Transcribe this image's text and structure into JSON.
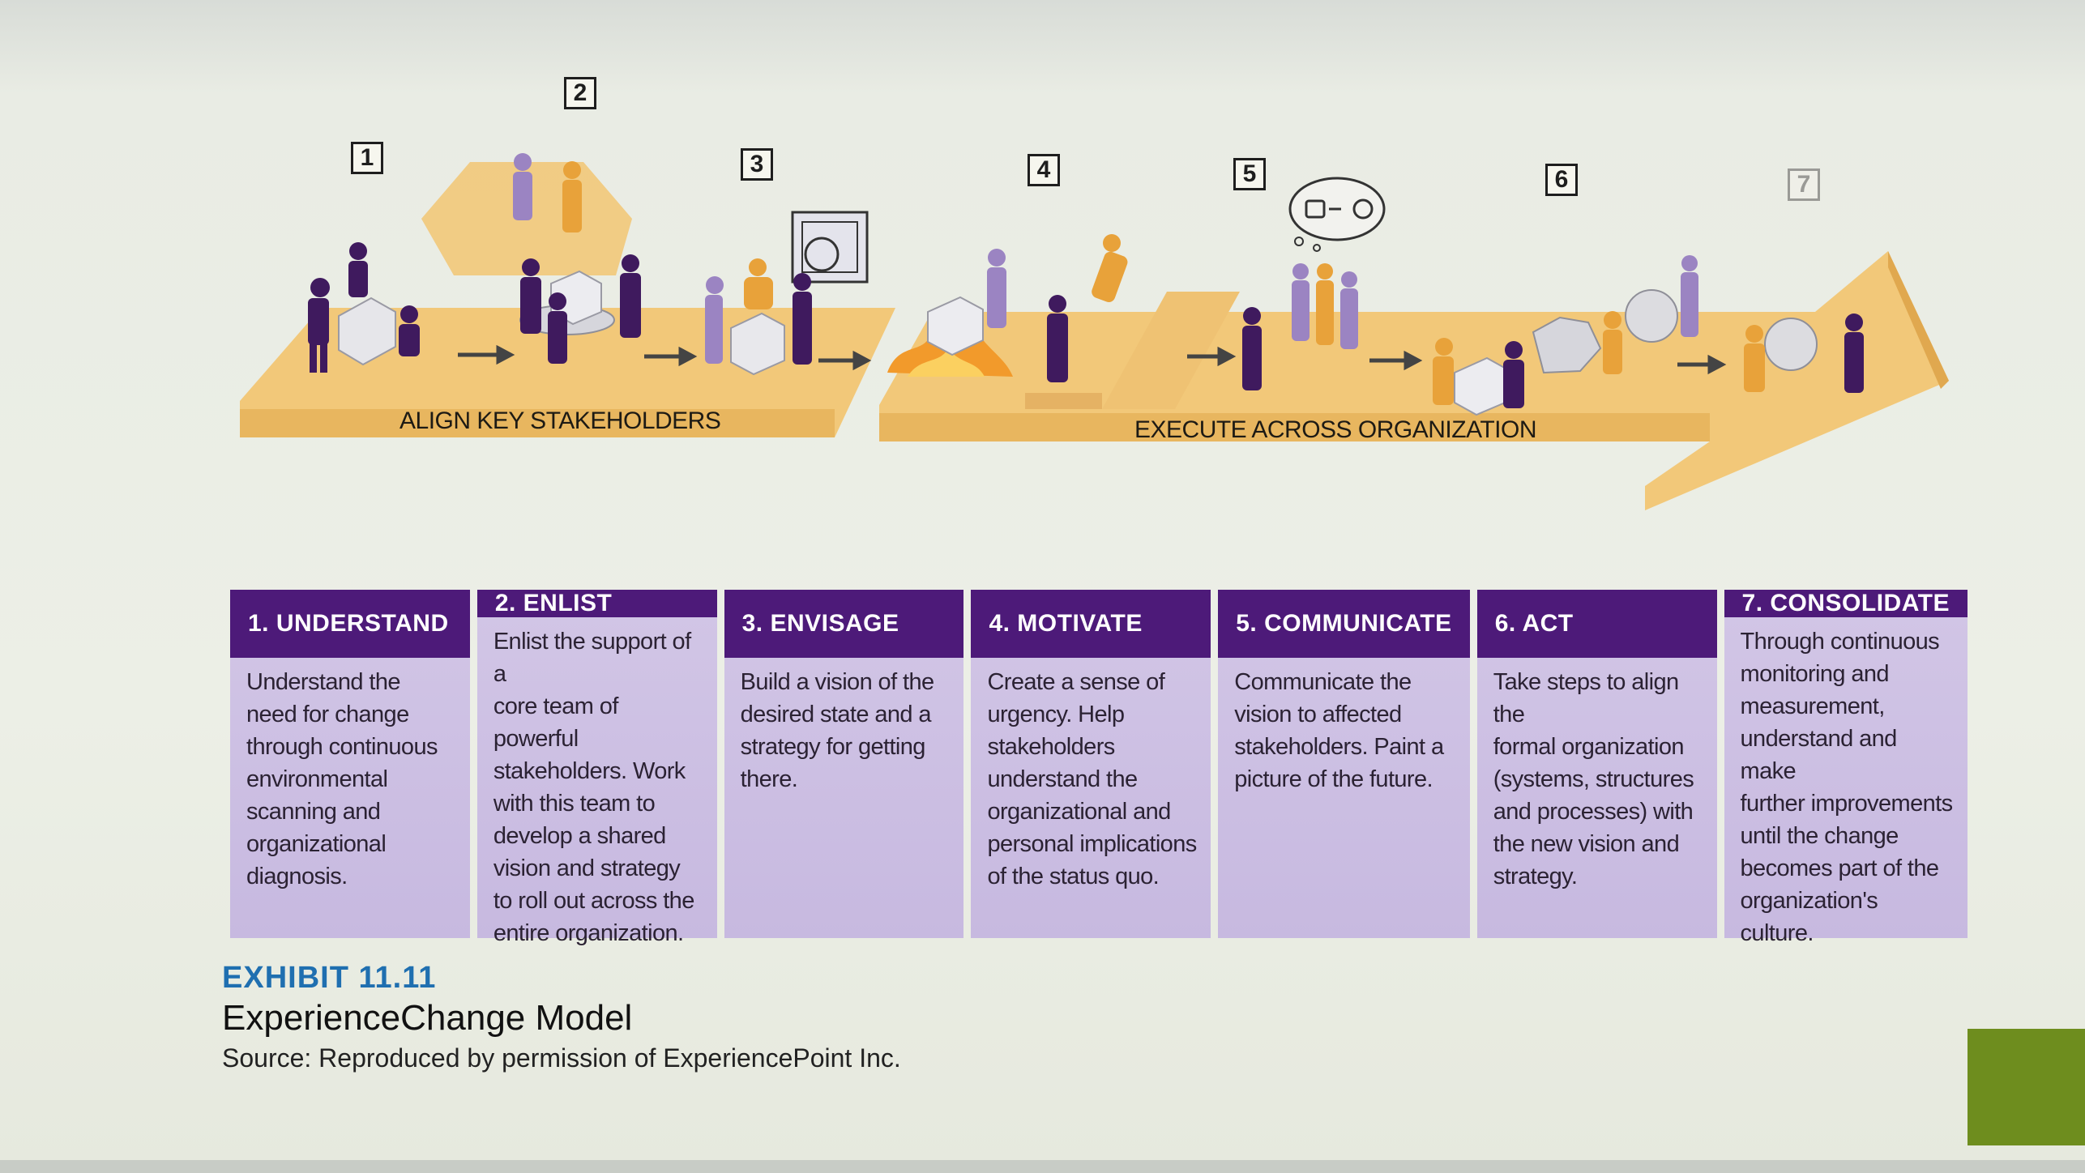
{
  "diagram": {
    "step_numbers": [
      "1",
      "2",
      "3",
      "4",
      "5",
      "6",
      "7"
    ],
    "band_labels": {
      "left": "ALIGN KEY STAKEHOLDERS",
      "right": "EXECUTE ACROSS ORGANIZATION"
    },
    "colors": {
      "band": "#f2c879",
      "band_edge": "#d9a24a",
      "figure_dark": "#3f1a5e",
      "figure_light": "#9b84c2",
      "figure_gold": "#e8a23a",
      "box": "#e8e8ea",
      "fire": "#f29a2b"
    }
  },
  "table": {
    "columns": [
      {
        "title": "1. UNDERSTAND",
        "lines": [
          "Understand the",
          "need for change",
          "through continuous",
          "environmental",
          "scanning and",
          "organizational",
          "diagnosis."
        ]
      },
      {
        "title": "2. ENLIST",
        "lines": [
          "Enlist the support of a",
          "core team of powerful",
          "stakeholders. Work",
          "with this team to",
          "develop a shared",
          "vision and strategy",
          "to roll out across the",
          "entire organization."
        ]
      },
      {
        "title": "3. ENVISAGE",
        "lines": [
          "Build a vision of the",
          "desired state and a",
          "strategy for getting",
          "there."
        ]
      },
      {
        "title": "4. MOTIVATE",
        "lines": [
          "Create a sense of",
          "urgency. Help",
          "stakeholders",
          "understand the",
          "organizational and",
          "personal implications",
          "of the status quo."
        ]
      },
      {
        "title": "5. COMMUNICATE",
        "lines": [
          "Communicate the",
          "vision to affected",
          "stakeholders. Paint a",
          "picture of the future."
        ]
      },
      {
        "title": "6. ACT",
        "lines": [
          "Take steps to align the",
          "formal organization",
          "(systems, structures",
          "and processes) with",
          "the new vision and",
          "strategy."
        ]
      },
      {
        "title": "7. CONSOLIDATE",
        "lines": [
          "Through continuous",
          "monitoring and",
          "measurement,",
          "understand and make",
          "further improvements",
          "until the change",
          "becomes part of the",
          "organization's culture."
        ]
      }
    ],
    "colors": {
      "header": "#4d1a79",
      "body": "#cbbde2",
      "header_text": "#ffffff"
    }
  },
  "caption": {
    "exhibit_number": "EXHIBIT 11.11",
    "title": "ExperienceChange Model",
    "source": "Source: Reproduced by permission of ExperiencePoint Inc.",
    "exhibit_color": "#1f6fb0"
  }
}
